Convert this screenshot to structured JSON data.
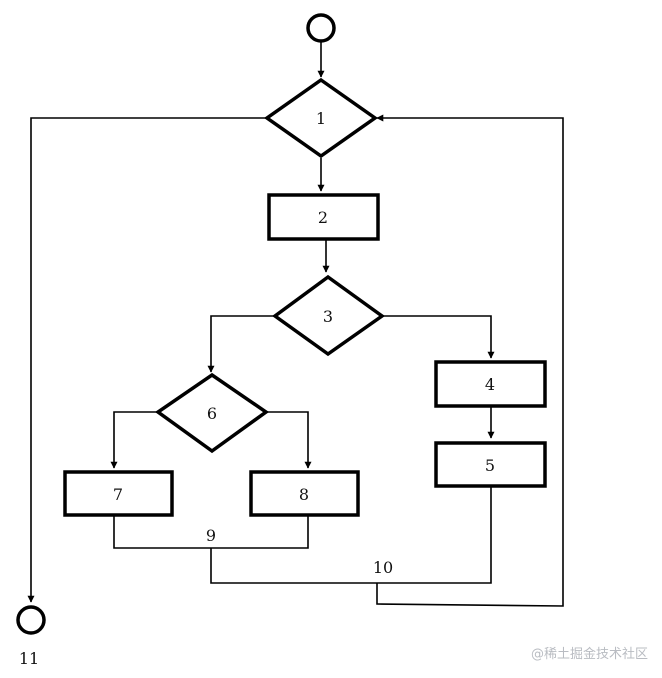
{
  "nodes": {
    "n1": {
      "label": "1"
    },
    "n2": {
      "label": "2"
    },
    "n3": {
      "label": "3"
    },
    "n4": {
      "label": "4"
    },
    "n5": {
      "label": "5"
    },
    "n6": {
      "label": "6"
    },
    "n7": {
      "label": "7"
    },
    "n8": {
      "label": "8"
    },
    "end": {
      "label": "11"
    }
  },
  "junctions": {
    "j9": {
      "label": "9"
    },
    "j10": {
      "label": "10"
    }
  },
  "watermark": "@稀土掘金技术社区"
}
